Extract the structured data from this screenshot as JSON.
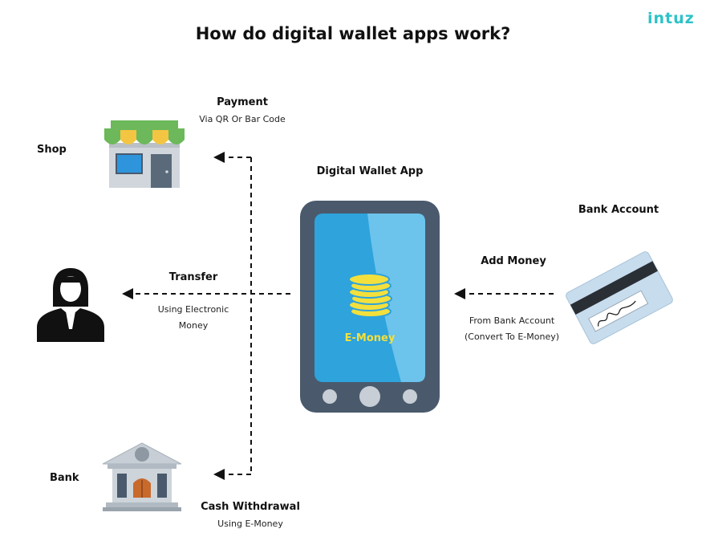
{
  "header": {
    "title": "How do digital wallet apps work?",
    "logo": "intuz"
  },
  "nodes": {
    "shop": "Shop",
    "person": "",
    "bank": "Bank",
    "app": "Digital Wallet App",
    "bank_account": "Bank Account"
  },
  "edges": {
    "payment": {
      "label": "Payment",
      "sub": "Via QR Or Bar Code"
    },
    "transfer": {
      "label": "Transfer",
      "sub_line1": "Using Electronic",
      "sub_line2": "Money"
    },
    "withdrawal": {
      "label": "Cash Withdrawal",
      "sub": "Using E-Money"
    },
    "add_money": {
      "label": "Add Money",
      "sub_line1": "From Bank Account",
      "sub_line2": "(Convert To E-Money)"
    }
  },
  "phone": {
    "screen_label": "E-Money"
  },
  "colors": {
    "phone_body": "#4a5a6c",
    "screen": "#2ea3dc",
    "coin": "#f3e03c",
    "card": "#c7dced",
    "bank_building": "#b8c0c8",
    "logo": "#2bc3c8"
  }
}
